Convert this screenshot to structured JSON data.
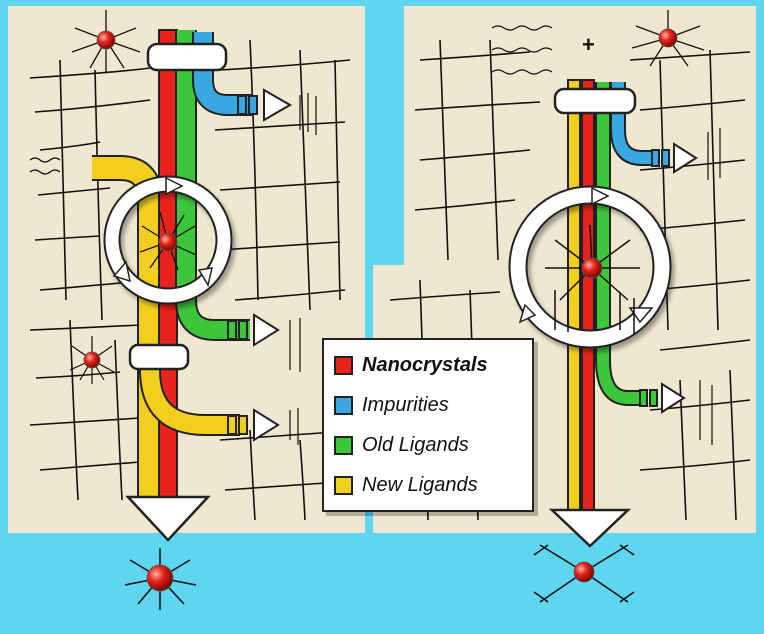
{
  "legend": {
    "items": [
      {
        "label": "Nanocrystals",
        "color": "#e8231b",
        "bold": true
      },
      {
        "label": "Impurities",
        "color": "#3aa8e0",
        "bold": false
      },
      {
        "label": "Old Ligands",
        "color": "#3cc63a",
        "bold": false
      },
      {
        "label": "New Ligands",
        "color": "#f2cf1c",
        "bold": false
      }
    ]
  },
  "plus_sign": "+",
  "colors": {
    "background": "#5fd6ef",
    "panel": "#efe7cf",
    "nanocrystal": "#e8231b",
    "impurities": "#3aa8e0",
    "old_ligands": "#3cc63a",
    "new_ligands": "#f2cf1c"
  }
}
